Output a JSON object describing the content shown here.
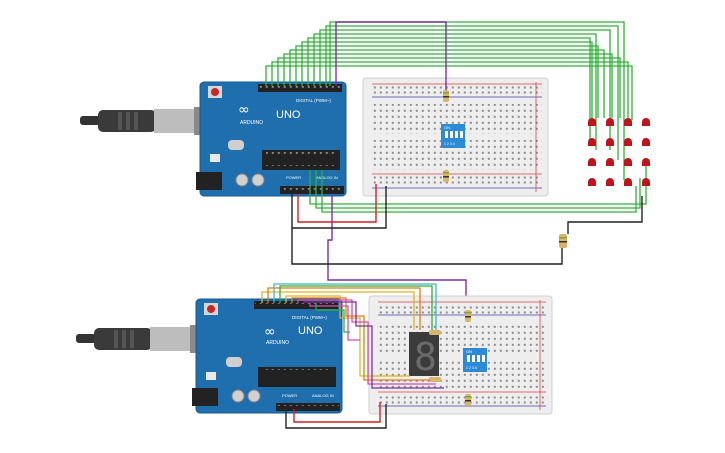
{
  "boards": [
    {
      "logo_text": "ARDUINO",
      "model_text": "UNO",
      "digital_header_text": "DIGITAL (PWM~)",
      "power_header_text": "POWER",
      "analog_header_text": "ANALOG IN"
    },
    {
      "logo_text": "ARDUINO",
      "model_text": "UNO",
      "digital_header_text": "DIGITAL (PWM~)",
      "power_header_text": "POWER",
      "analog_header_text": "ANALOG IN"
    }
  ],
  "dip_switches": [
    {
      "on_text": "ON",
      "numbers_text": "1 2 3 4"
    },
    {
      "on_text": "ON",
      "numbers_text": "1 2 3 4"
    }
  ],
  "seven_segment": {
    "digit_text": "8"
  },
  "led_matrix": {
    "rows": 4,
    "cols": 4,
    "color": "#c0141c"
  },
  "colors": {
    "board": "#1f6fae",
    "board_edge": "#155a92",
    "breadboard": "#eeeeee",
    "wire_green": "#2fb135",
    "wire_purple": "#7b2fa8",
    "wire_red": "#d81e1e",
    "wire_black": "#222222",
    "wire_yellow": "#e3b51a",
    "wire_orange": "#e07b1a",
    "wire_cyan": "#3fb9c8",
    "wire_pink": "#d94bb0"
  }
}
